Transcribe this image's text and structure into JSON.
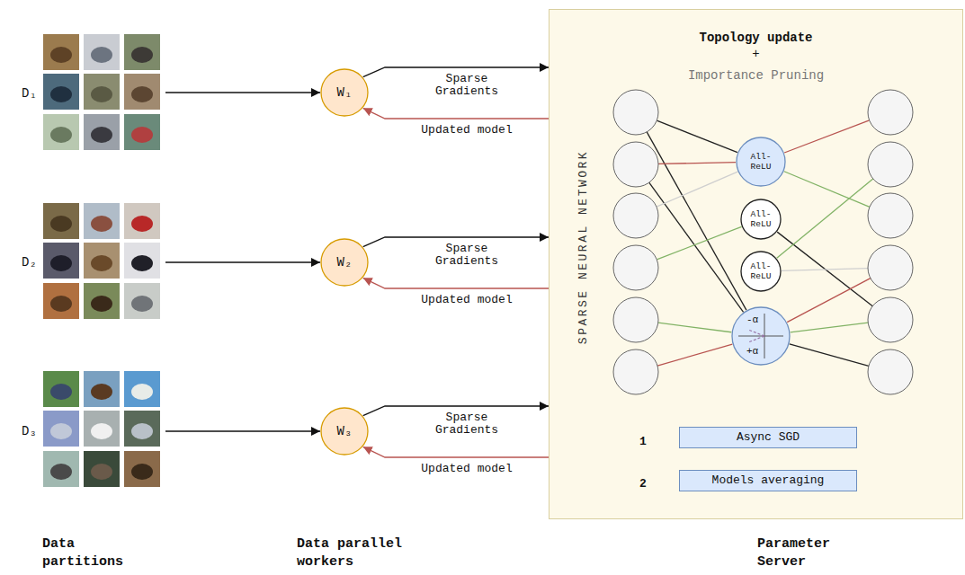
{
  "diagram": {
    "nodes": [
      {
        "text": [
          "D₁"
        ]
      },
      {
        "text": [
          "D₂"
        ]
      },
      {
        "text": [
          "D₃"
        ]
      },
      {
        "text": [
          "W₁"
        ]
      },
      {
        "text": [
          "W₂"
        ]
      },
      {
        "text": [
          "W₃"
        ]
      },
      {
        "text": [
          "Topology update",
          "+",
          "Importance Pruning",
          "SPARSE NEURAL NETWORK"
        ]
      },
      {
        "text": [
          "All-ReLU"
        ],
        "in": 6
      },
      {
        "text": [
          "All-ReLU"
        ],
        "in": 6
      },
      {
        "text": [
          "All-ReLU"
        ],
        "in": 6
      },
      {
        "text": [
          "-α",
          "+α"
        ],
        "in": 6
      },
      {
        "text": [
          "Async SGD"
        ],
        "in": 6
      },
      {
        "text": [
          "Models averaging"
        ],
        "in": 6
      }
    ],
    "edges": [
      {
        "from": 0,
        "to": 3,
        "arrow": "to"
      },
      {
        "from": 1,
        "to": 4,
        "arrow": "to"
      },
      {
        "from": 2,
        "to": 5,
        "arrow": "to"
      },
      {
        "from": 3,
        "to": 6,
        "label": "Sparse Gradients",
        "arrow": "to"
      },
      {
        "from": 6,
        "to": 3,
        "label": "Updated model",
        "arrow": "to"
      },
      {
        "from": 4,
        "to": 6,
        "label": "Sparse Gradients",
        "arrow": "to"
      },
      {
        "from": 6,
        "to": 4,
        "label": "Updated model",
        "arrow": "to"
      },
      {
        "from": 5,
        "to": 6,
        "label": "Sparse Gradients",
        "arrow": "to"
      },
      {
        "from": 6,
        "to": 5,
        "label": "Updated model",
        "arrow": "to"
      }
    ],
    "labels": [
      "1",
      "2",
      "Data partitions",
      "Data parallel workers",
      "Parameter Server"
    ]
  }
}
